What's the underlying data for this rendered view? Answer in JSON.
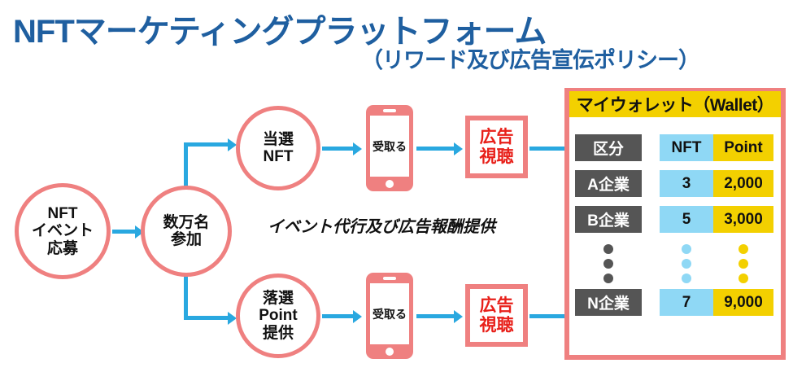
{
  "header": {
    "title": "NFTマーケティングプラットフォーム",
    "subtitle": "（リワード及び広告宣伝ポリシー）"
  },
  "flow": {
    "nodes": {
      "apply": "NFT\nイベント\n応募",
      "join": "数万名\n参加",
      "win": "当選\nNFT",
      "lose": "落選\nPoint\n提供"
    },
    "phone_label_top": "受取る",
    "phone_label_bottom": "受取る",
    "ad_label_top": "広告\n視聴",
    "ad_label_bottom": "広告\n視聴",
    "note": "イベント代行及び広告報酬提供"
  },
  "wallet": {
    "title": "マイウォレット（Wallet）",
    "columns": [
      "区分",
      "NFT",
      "Point"
    ],
    "rows": [
      {
        "name": "A企業",
        "nft": "3",
        "point": "2,000"
      },
      {
        "name": "B企業",
        "nft": "5",
        "point": "3,000"
      },
      {
        "name": "N企業",
        "nft": "7",
        "point": "9,000"
      }
    ],
    "ellipsis": "⋮"
  },
  "colors": {
    "title_blue": "#1f5fa0",
    "node_pink": "#ef8080",
    "arrow_cyan": "#29a8e0",
    "ad_red": "#e8201a",
    "header_yellow": "#f3d000",
    "cell_blue": "#8fd8f5",
    "cell_gray": "#555555"
  }
}
